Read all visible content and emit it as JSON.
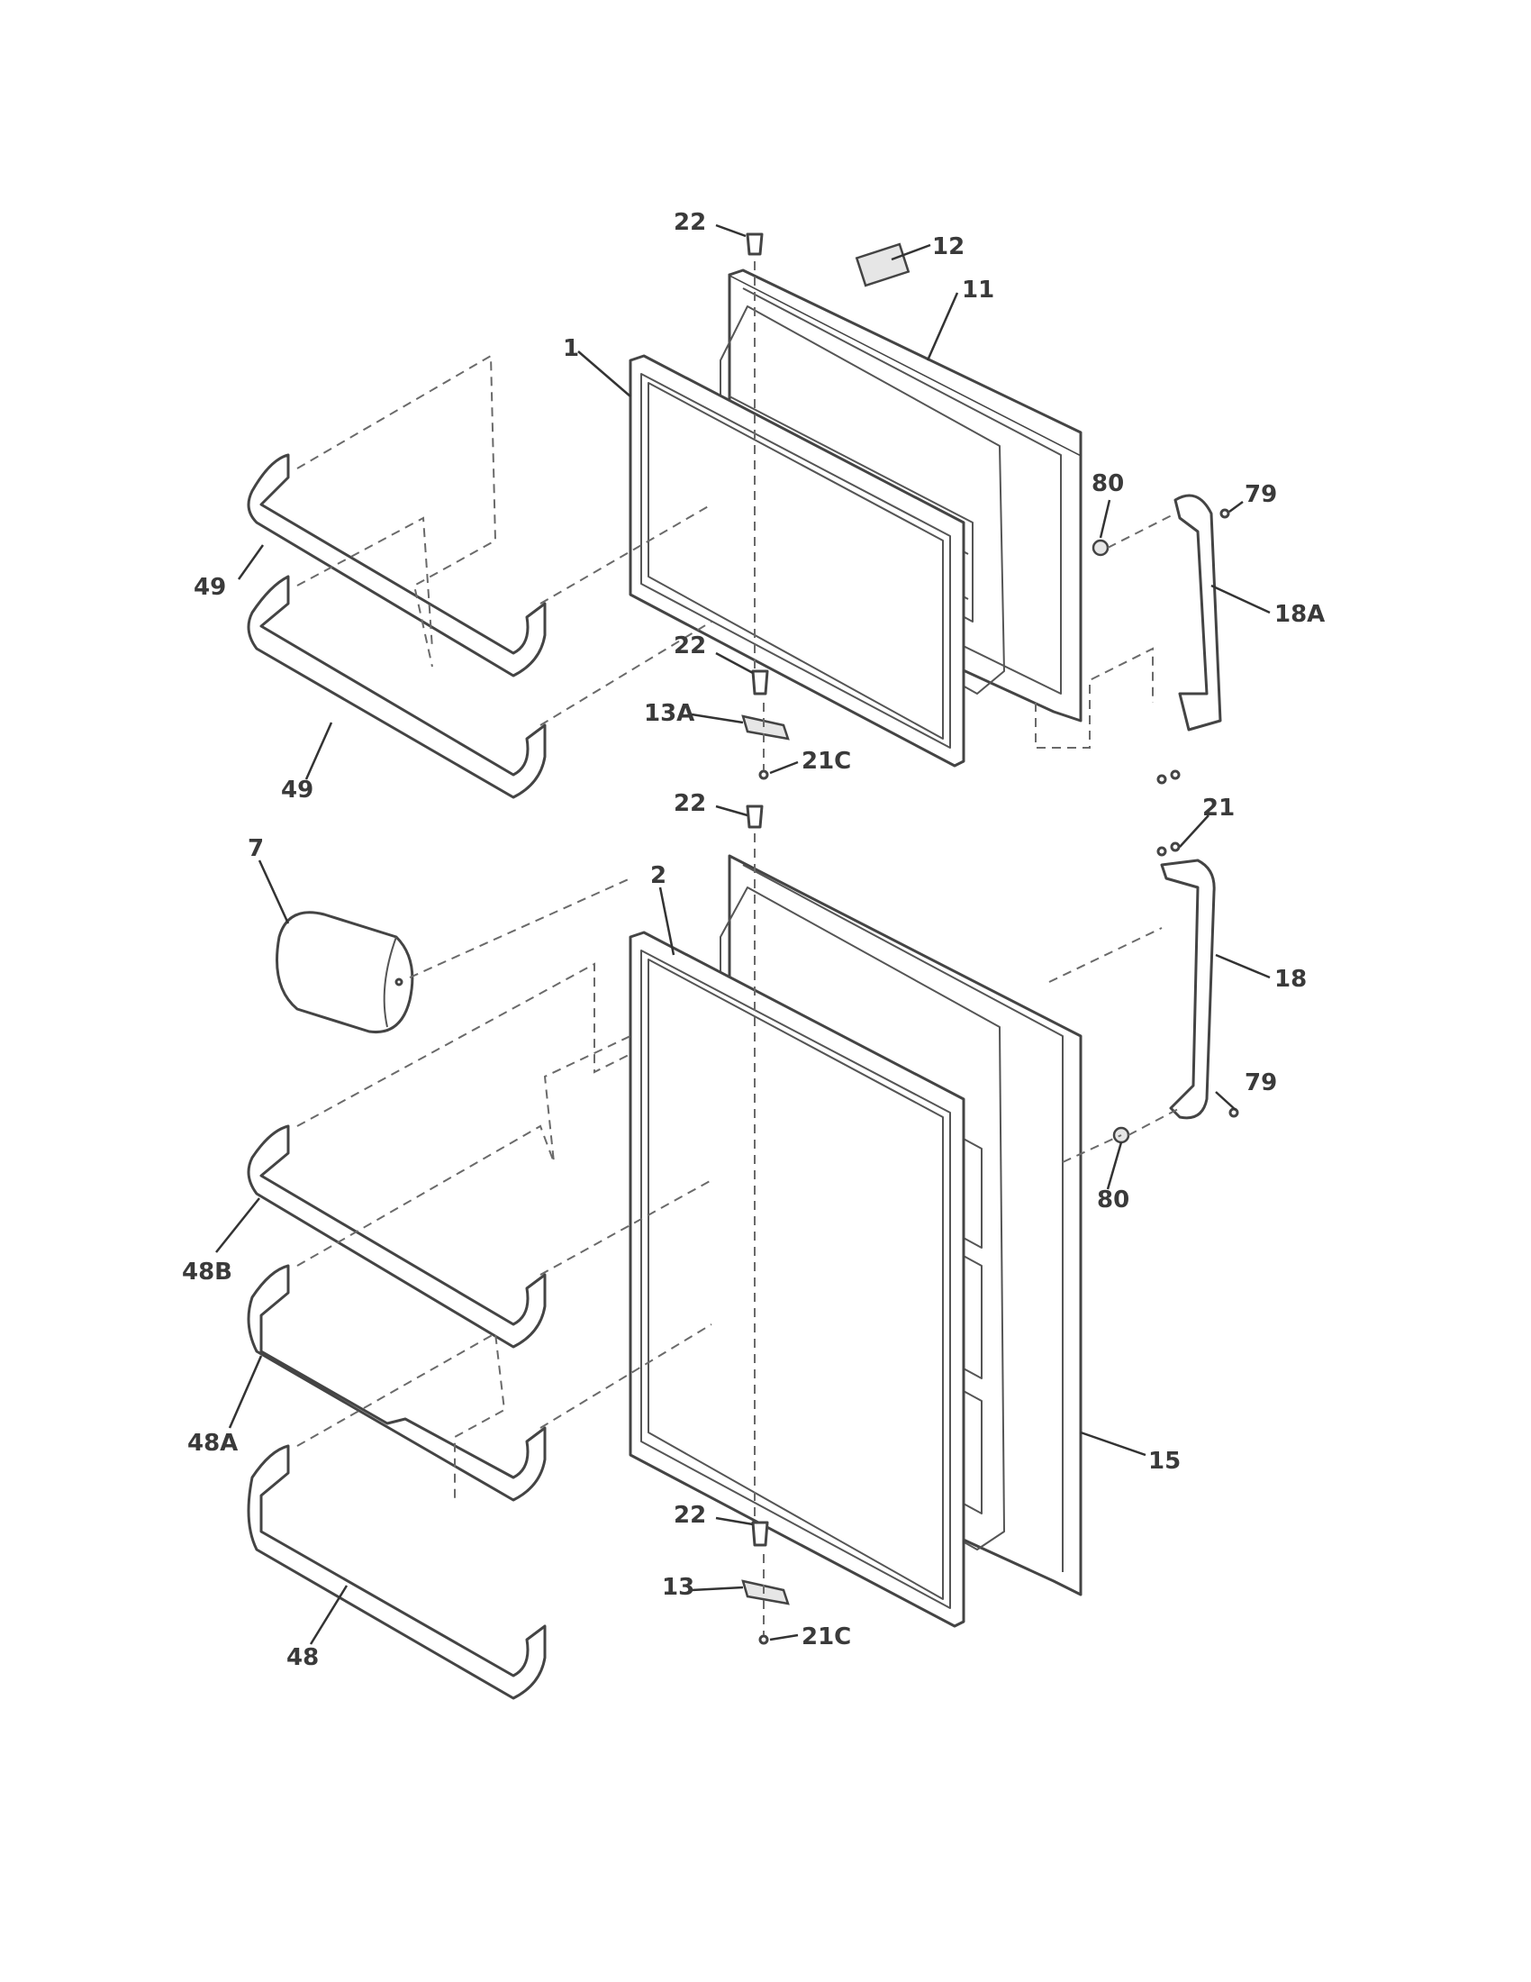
{
  "callouts": {
    "c1": "1",
    "c2": "2",
    "c7": "7",
    "c11": "11",
    "c12": "12",
    "c13": "13",
    "c13A": "13A",
    "c15": "15",
    "c18": "18",
    "c18A": "18A",
    "c21": "21",
    "c21C_top": "21C",
    "c21C_bottom": "21C",
    "c22_top_a": "22",
    "c22_top_b": "22",
    "c22_bottom_a": "22",
    "c22_bottom_b": "22",
    "c48": "48",
    "c48A": "48A",
    "c48B": "48B",
    "c49_a": "49",
    "c49_b": "49",
    "c79_top": "79",
    "c79_bottom": "79",
    "c80_top": "80",
    "c80_bottom": "80"
  },
  "colors": {
    "line": "#444444",
    "text": "#3a3a3a",
    "shade": "#e6e6e6"
  }
}
